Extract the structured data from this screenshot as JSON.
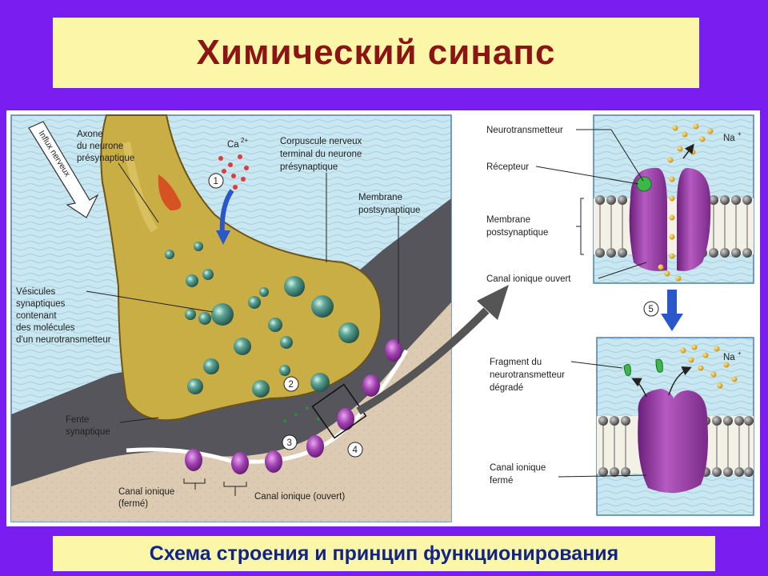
{
  "title": "Химический синапс",
  "subtitle": "Схема строения и принцип функционирования",
  "colors": {
    "background": "#7a1df0",
    "title_box": "#fcf7a8",
    "title_text": "#8b1414",
    "subtitle_text": "#10248a",
    "axon": "#c9ad45",
    "vesicle": "#3f8c7c",
    "channel": "#9b3aa8",
    "extracellular": "#bfe3ee",
    "postsynaptic": "#55555b"
  },
  "diagram": {
    "left_labels": {
      "influx": "Influx nerveux",
      "axone": [
        "Axone",
        "du neurone",
        "présynaptique"
      ],
      "calcium": "Ca",
      "calcium_sup": "2+",
      "corpuscule": [
        "Corpuscule nerveux",
        "terminal du neurone",
        "présynaptique"
      ],
      "membrane": [
        "Membrane",
        "postsynaptique"
      ],
      "vesicules": [
        "Vésicules",
        "synaptiques",
        "contenant",
        "des molécules",
        "d'un neurotransmetteur"
      ],
      "fente": [
        "Fente",
        "synaptique"
      ],
      "canal_ferme": [
        "Canal ionique",
        "(fermé)"
      ],
      "canal_ouvert": "Canal ionique (ouvert)"
    },
    "step_numbers": [
      "1",
      "2",
      "3",
      "4",
      "5"
    ],
    "right_top_labels": {
      "neurotransmetteur": "Neurotransmetteur",
      "recepteur": "Récepteur",
      "membrane": [
        "Membrane",
        "postsynaptique"
      ],
      "canal_ouvert": "Canal ionique ouvert",
      "ion": "Na",
      "ion_sup": "+"
    },
    "right_bottom_labels": {
      "fragment": [
        "Fragment du",
        "neurotransmetteur",
        "dégradé"
      ],
      "canal_ferme": [
        "Canal ionique",
        "fermé"
      ],
      "ion": "Na",
      "ion_sup": "+"
    }
  }
}
